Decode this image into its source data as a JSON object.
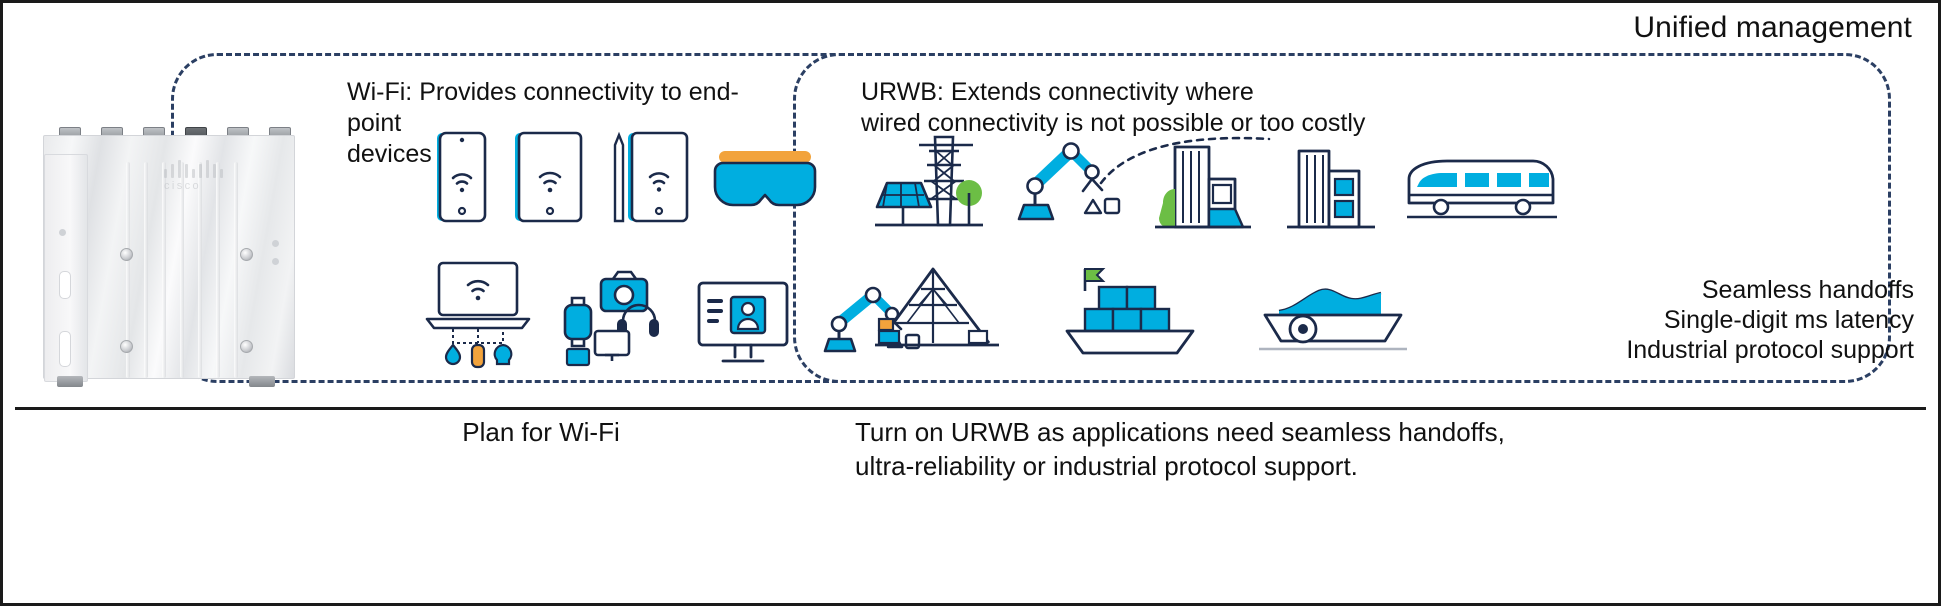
{
  "header": {
    "title": "Unified management"
  },
  "wifi": {
    "heading": "Wi-Fi: Provides connectivity to end-point\ndevices",
    "caption": "Plan for Wi-Fi",
    "icons_row1": [
      "smartphone-wifi-icon",
      "tablet-wifi-icon",
      "tablet-stylus-wifi-icon",
      "ar-vr-headset-icon"
    ],
    "icons_row2": [
      "laptop-wifi-icon",
      "iot-sensors-icon",
      "camera-smartwatch-headset-icon",
      "desktop-videoconference-icon",
      "robot-arm-icon"
    ]
  },
  "urwb": {
    "heading": "URWB: Extends connectivity where\nwired connectivity is not possible or too costly",
    "points": [
      "Seamless handoffs",
      "Single-digit ms latency",
      "Industrial protocol support"
    ],
    "caption": "Turn on URWB as applications need seamless handoffs,\nultra-reliability or industrial protocol support.",
    "icons_row1": [
      "utility-grid-solar-icon",
      "robot-arm-icon",
      "city-buildings-icon",
      "high-rise-buildings-icon",
      "train-icon"
    ],
    "icons_row2": [
      "port-crane-icon",
      "cargo-ship-icon",
      "mining-haul-icon"
    ]
  },
  "device": {
    "name": "cisco-outdoor-access-point",
    "brand": "cisco"
  },
  "colors": {
    "dash_border": "#2b3f63",
    "icon_dark": "#1b2a4a",
    "icon_cyan": "#00aee0",
    "icon_green": "#6cbe45",
    "icon_orange": "#f2a33c",
    "frame": "#1a1a1a",
    "text": "#111111"
  }
}
